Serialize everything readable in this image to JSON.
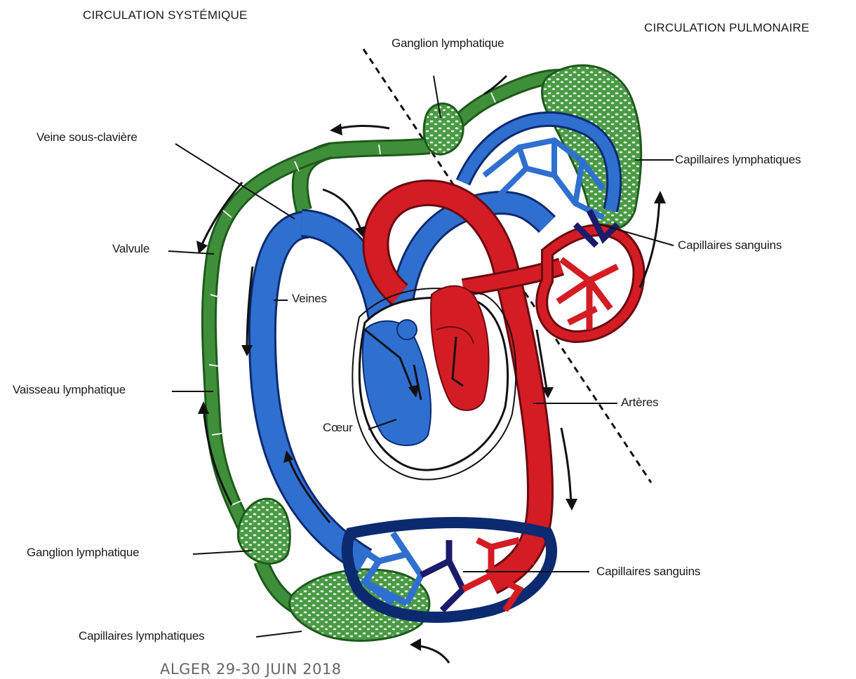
{
  "headers": {
    "systemic": "CIRCULATION SYSTÉMIQUE",
    "pulmonary": "CIRCULATION PULMONAIRE"
  },
  "labels": {
    "ganglion_top": "Ganglion lymphatique",
    "veine_sous_claviere": "Veine sous-clavière",
    "capillaires_lymphatiques_right": "Capillaires lymphatiques",
    "valvule": "Valvule",
    "capillaires_sanguins_right": "Capillaires sanguins",
    "veines": "Veines",
    "vaisseau_lymphatique": "Vaisseau lymphatique",
    "arteres": "Artères",
    "coeur": "Cœur",
    "ganglion_bottom": "Ganglion lymphatique",
    "capillaires_sanguins_bottom": "Capillaires sanguins",
    "capillaires_lymphatiques_bottom": "Capillaires lymphatiques"
  },
  "footer": "ALGER 29-30 JUIN 2018",
  "colors": {
    "lymph": "#3f8f3a",
    "venous": "#2f6fd0",
    "arterial": "#d41c24",
    "mixed": "#1c1a6a"
  }
}
